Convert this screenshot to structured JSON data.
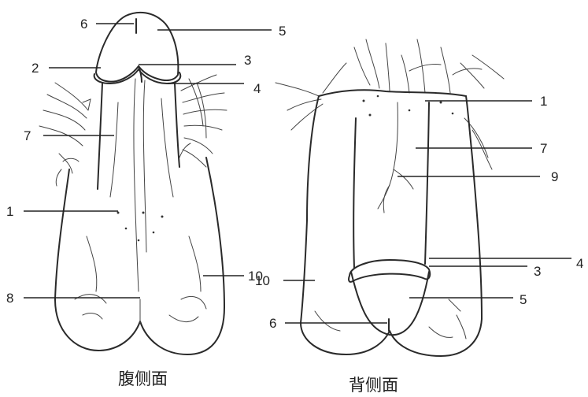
{
  "captions": {
    "left": "腹侧面",
    "right": "背侧面"
  },
  "left_labels": [
    "6",
    "5",
    "2",
    "3",
    "4",
    "7",
    "1",
    "10",
    "8"
  ],
  "right_labels": [
    "1",
    "7",
    "9",
    "4",
    "3",
    "5",
    "10",
    "6"
  ]
}
